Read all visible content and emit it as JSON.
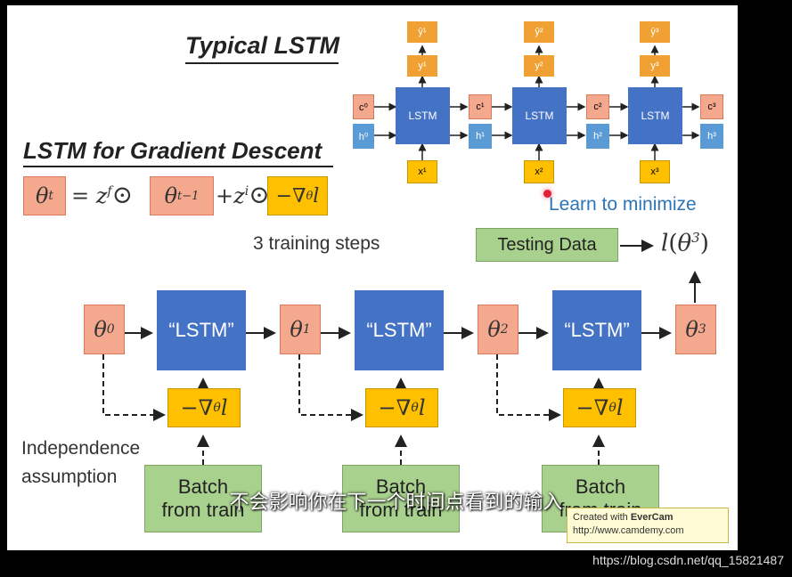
{
  "headings": {
    "typical": "Typical LSTM",
    "gd": "LSTM for Gradient Descent"
  },
  "formula": {
    "lhs": "θ",
    "lhs_sup": "t",
    "eq": "=",
    "zf": "z",
    "zf_sup": "f",
    "odot": "⊙",
    "prev": "θ",
    "prev_sup": "t−1",
    "plus": "+",
    "zi": "z",
    "zi_sup": "i",
    "grad": "−∇",
    "grad_sub": "θ",
    "grad_l": "l"
  },
  "top_lstm": {
    "label": "LSTM",
    "yhat": [
      "ŷ¹",
      "ŷ²",
      "ŷ³"
    ],
    "y": [
      "y¹",
      "y²",
      "y³"
    ],
    "x": [
      "x¹",
      "x²",
      "x³"
    ],
    "c": [
      "c⁰",
      "c¹",
      "c²",
      "c³"
    ],
    "h": [
      "h⁰",
      "h¹",
      "h²",
      "h³"
    ]
  },
  "learn_to_minimize": "Learn to minimize",
  "training_steps": "3 training steps",
  "testing_data": "Testing Data",
  "loss": {
    "l": "l",
    "open": "(",
    "theta": "θ",
    "sup": "3",
    "close": ")"
  },
  "flow": {
    "thetas": [
      {
        "base": "θ",
        "sup": "0"
      },
      {
        "base": "θ",
        "sup": "1"
      },
      {
        "base": "θ",
        "sup": "2"
      },
      {
        "base": "θ",
        "sup": "3"
      }
    ],
    "lstm_label": "“LSTM”",
    "grad": {
      "minus": "−∇",
      "sub": "θ",
      "l": "l"
    },
    "batch_line1": "Batch",
    "batch_line2": "from train"
  },
  "independence": {
    "line1": "Independence",
    "line2": "assumption"
  },
  "subtitle": "不会影响你在下一个时间点看到的输入",
  "evercam": {
    "line1_prefix": "Created with ",
    "line1_brand": "EverCam",
    "line2": "http://www.camdemy.com"
  },
  "watermark": "https://blog.csdn.net/qq_15821487",
  "colors": {
    "lstm_blue": "#4472c4",
    "theta_salmon": "#f4a88e",
    "grad_yellow": "#ffc000",
    "batch_green": "#a9d18e",
    "output_orange": "#f1a033",
    "hidden_blue": "#5b9bd5",
    "link_blue": "#2e75b6"
  }
}
